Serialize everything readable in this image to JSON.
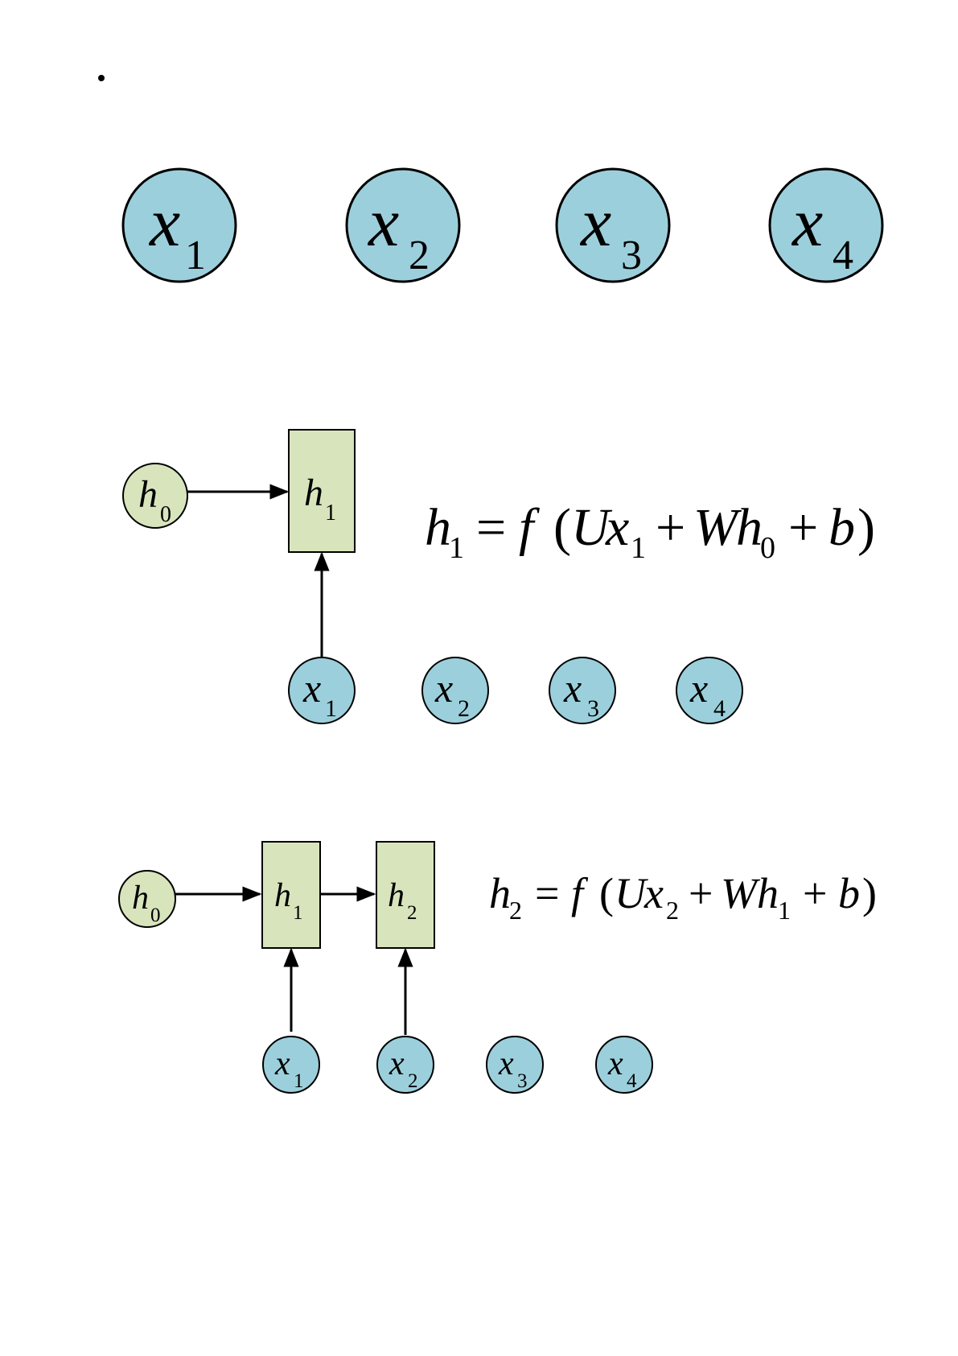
{
  "colors": {
    "input_node_fill": "#9ccfdc",
    "h0_node_fill": "#d8e4bc",
    "hidden_box_fill": "#d8e4bc",
    "stroke": "#000000",
    "background": "#ffffff"
  },
  "symbols": {
    "x": "x",
    "h": "h",
    "f": "f",
    "U": "U",
    "W": "W",
    "b": "b",
    "eq": "=",
    "plus": "+",
    "lp": "(",
    "rp": ")",
    "sub0": "0",
    "sub1": "1",
    "sub2": "2",
    "sub3": "3",
    "sub4": "4"
  },
  "row1": {
    "inputs": [
      "x1",
      "x2",
      "x3",
      "x4"
    ]
  },
  "row2": {
    "initial_state": "h0",
    "hidden": [
      "h1"
    ],
    "inputs": [
      "x1",
      "x2",
      "x3",
      "x4"
    ],
    "equation": "h1 = f(Ux1 + Wh0 + b)"
  },
  "row3": {
    "initial_state": "h0",
    "hidden": [
      "h1",
      "h2"
    ],
    "inputs": [
      "x1",
      "x2",
      "x3",
      "x4"
    ],
    "equation": "h2 = f(Ux2 + Wh1 + b)"
  }
}
